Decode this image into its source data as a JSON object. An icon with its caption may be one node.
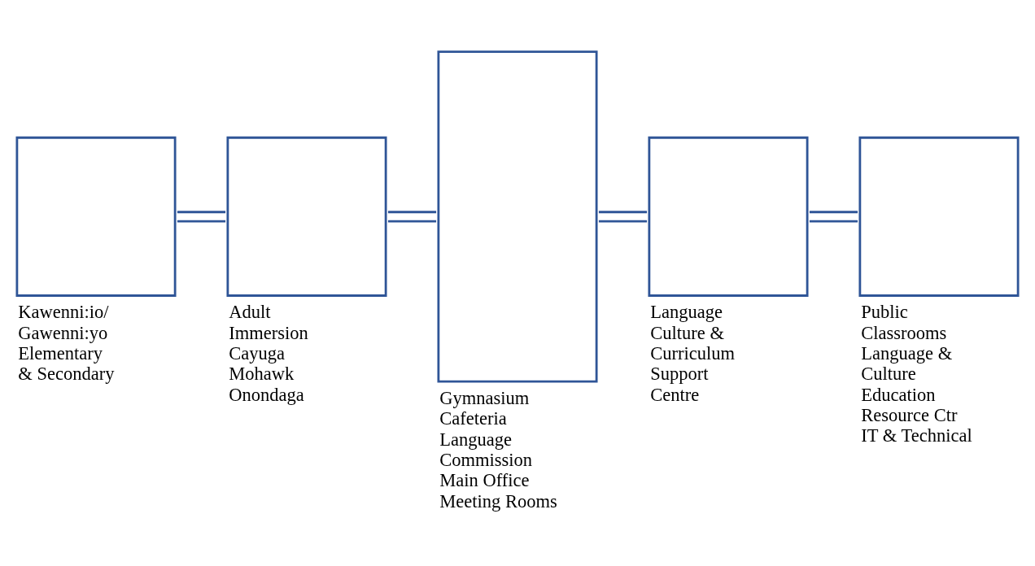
{
  "diagram": {
    "nodes": [
      {
        "text": [],
        "shape": "box",
        "beside": [
          "Kawenni:io/ Gawenni:yo Elementary & Secondary"
        ]
      },
      {
        "text": [],
        "shape": "box",
        "beside": [
          "Adult Immersion",
          "Cayuga",
          "Mohawk",
          "Onondaga"
        ]
      },
      {
        "text": [],
        "shape": "box",
        "beside": [
          "Gymnasium",
          "Cafeteria",
          "Language Commission",
          "Main Office",
          "Meeting Rooms"
        ]
      },
      {
        "text": [],
        "shape": "box",
        "beside": [
          "Language Culture & Curriculum Support Centre"
        ]
      },
      {
        "text": [],
        "shape": "box",
        "beside": [
          "Public Classrooms",
          "Language & Culture Education Resource Ctr",
          "IT & Technical"
        ]
      }
    ],
    "edges": [
      {
        "from": 0,
        "to": 1,
        "arrow": "none"
      },
      {
        "from": 1,
        "to": 2,
        "arrow": "none"
      },
      {
        "from": 2,
        "to": 3,
        "arrow": "none"
      },
      {
        "from": 3,
        "to": 4,
        "arrow": "none"
      }
    ]
  }
}
